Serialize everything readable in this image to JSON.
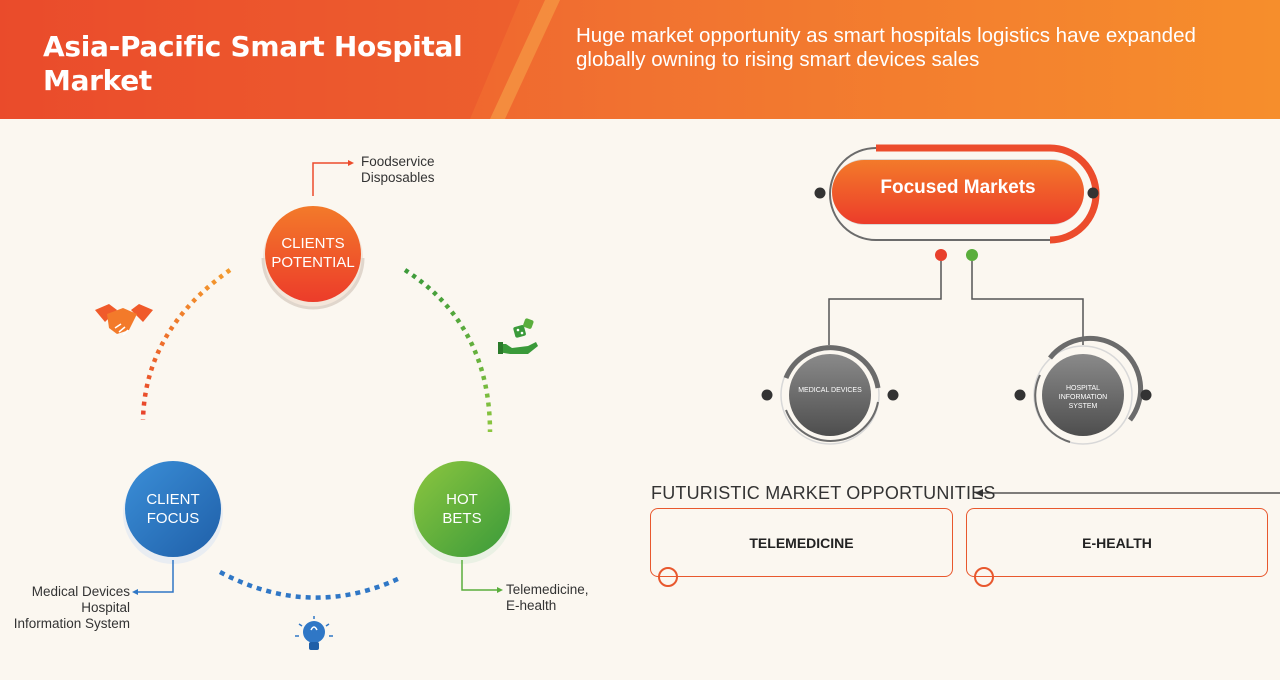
{
  "header": {
    "title": "Asia-Pacific Smart Hospital Market",
    "subtitle": "Huge market opportunity as smart hospitals logistics have expanded globally owning to rising smart devices sales"
  },
  "cycle": {
    "top": {
      "label_line1": "CLIENTS",
      "label_line2": "POTENTIAL",
      "note_line1": "Foodservice",
      "note_line2": "Disposables"
    },
    "left": {
      "label_line1": "CLIENT",
      "label_line2": "FOCUS",
      "note_line1": "Medical Devices",
      "note_line2": "Hospital",
      "note_line3": "Information System"
    },
    "right": {
      "label_line1": "HOT",
      "label_line2": "BETS",
      "note_line1": "Telemedicine,",
      "note_line2": "E-health"
    }
  },
  "icons": [
    "handshake-icon",
    "dice-hand-icon",
    "lightbulb-icon"
  ],
  "focused": {
    "title": "Focused Markets",
    "left_node": "MEDICAL DEVICES",
    "right_node_line1": "HOSPITAL",
    "right_node_line2": "INFORMATION",
    "right_node_line3": "SYSTEM"
  },
  "futuristic": {
    "title": "FUTURISTIC MARKET OPPORTUNITIES",
    "items": [
      "TELEMEDICINE",
      "E-HEALTH"
    ]
  },
  "colors": {
    "header_start": "#ec4c2c",
    "header_end": "#f68e2c",
    "orange": "#f05a2a",
    "green": "#5aae3c",
    "blue": "#2f77c6",
    "grey": "#6b6b6b"
  }
}
